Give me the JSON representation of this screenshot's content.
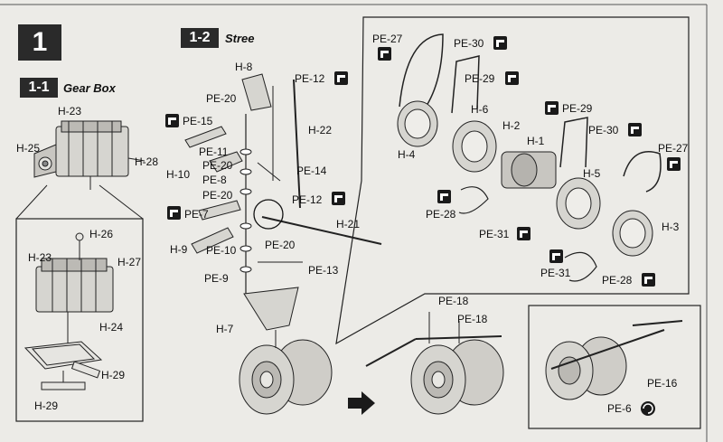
{
  "step": {
    "number": "1",
    "sub1": {
      "number": "1-1",
      "title": "Gear Box"
    },
    "sub2": {
      "number": "1-2",
      "title": "Stree"
    }
  },
  "labels": {
    "h23a": "H-23",
    "h25": "H-25",
    "h28": "H-28",
    "h26": "H-26",
    "h23b": "H-23",
    "h27": "H-27",
    "h24": "H-24",
    "h29a": "H-29",
    "h29b": "H-29",
    "h8": "H-8",
    "pe20a": "PE-20",
    "pe15": "PE-15",
    "pe12a": "PE-12",
    "h22": "H-22",
    "pe11": "PE-11",
    "h10": "H-10",
    "pe20b": "PE-20",
    "pe8": "PE-8",
    "pe20c": "PE-20",
    "pe14": "PE-14",
    "pe12b": "PE-12",
    "pe7": "PE-7",
    "h21": "H-21",
    "h9": "H-9",
    "pe10": "PE-10",
    "pe20d": "PE-20",
    "pe9": "PE-9",
    "pe13": "PE-13",
    "h7": "H-7",
    "pe27a": "PE-27",
    "pe30a": "PE-30",
    "pe29a": "PE-29",
    "h6": "H-6",
    "h2": "H-2",
    "pe29b": "PE-29",
    "h1": "H-1",
    "pe30b": "PE-30",
    "pe27b": "PE-27",
    "h4": "H-4",
    "h5": "H-5",
    "pe28a": "PE-28",
    "pe31a": "PE-31",
    "h3": "H-3",
    "pe31b": "PE-31",
    "pe28b": "PE-28",
    "pe18a": "PE-18",
    "pe18b": "PE-18",
    "pe16": "PE-16",
    "pe6": "PE-6"
  },
  "icons": {
    "pe_part": "photo-etch-part-icon",
    "bend": "bend-icon",
    "arrow": "assembly-arrow-icon",
    "detail_circle": "detail-circle-icon"
  },
  "colors": {
    "paper": "#ecebe7",
    "ink": "#1a1a1a",
    "panel_fill": "#2a2a2a"
  }
}
